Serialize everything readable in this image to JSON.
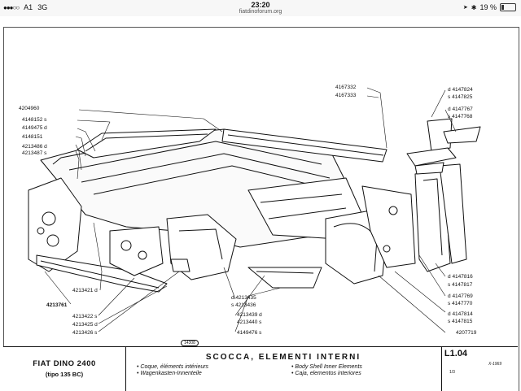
{
  "status_bar": {
    "carrier": "A1",
    "network": "3G",
    "time": "23:20",
    "url": "fiatdinoforum.org",
    "battery": "19 %",
    "battery_level": 0.19
  },
  "drawing": {
    "callouts_left": [
      "4204960",
      "4148152",
      "4149475",
      "4148151",
      "4213486",
      "4213487"
    ],
    "callouts_left_suffix": [
      "",
      "s",
      "d",
      "",
      "d",
      "s"
    ],
    "callouts_top": [
      "4167332",
      "4167333"
    ],
    "callouts_right_top": [
      "4147824",
      "4147825",
      "4147767",
      "4147768"
    ],
    "callouts_right_top_suffix": [
      "d",
      "s",
      "d",
      "s"
    ],
    "callouts_right_bottom": [
      "4147816",
      "4147817",
      "4147769",
      "4147770",
      "4147814",
      "4147815",
      "4207719"
    ],
    "callouts_right_bottom_suffix": [
      "d",
      "s",
      "d",
      "s",
      "d",
      "s",
      ""
    ],
    "callouts_bottom_left": [
      "4213421",
      "4213761",
      "4213422",
      "4213425",
      "4213426"
    ],
    "callouts_bottom_left_suffix": [
      "d",
      "",
      "s",
      "d",
      "s"
    ],
    "callouts_bottom_mid": [
      "4213435",
      "4213436",
      "4213439",
      "4213440",
      "4149476"
    ],
    "callouts_bottom_mid_suffix": [
      "d",
      "s",
      "d",
      "s",
      "s"
    ],
    "badge": "14308"
  },
  "title_block": {
    "model": "FIAT DINO 2400",
    "variant": "(tipo 135 BC)",
    "title": "SCOCCA, ELEMENTI INTERNI",
    "lang_fr": "Coque, éléments intérieurs",
    "lang_de": "Wagenkasten-Innenteile",
    "lang_en": "Body Shell Inner Elements",
    "lang_es": "Caja, elementos interiores",
    "code": "L1.04",
    "page": "1/3",
    "date": "X-1969"
  }
}
